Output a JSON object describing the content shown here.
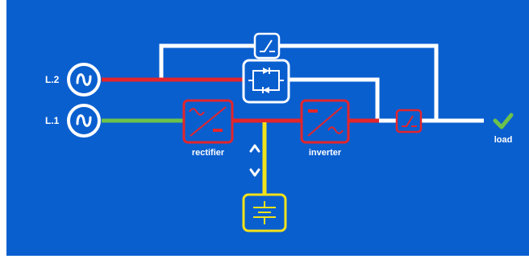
{
  "sources": {
    "l2_label": "L.2",
    "l1_label": "L.1"
  },
  "components": {
    "rectifier_label": "rectifier",
    "inverter_label": "inverter",
    "load_label": "load"
  },
  "colors": {
    "background": "#0a5fcf",
    "bypass_line": "#ffffff",
    "l2_line": "#e3252b",
    "l1_line": "#6cc24a",
    "dc_line": "#e3252b",
    "battery_line": "#f2e21a",
    "load_check": "#6cc24a",
    "active_box": "#e3252b",
    "standby_box": "#ffffff",
    "battery_box": "#f2e21a"
  },
  "icons": {
    "l2_source": "ac-sine-icon",
    "l1_source": "ac-sine-icon",
    "static_switch": "static-switch-thyristor-icon",
    "maintenance_bypass": "bypass-switch-icon",
    "output_switch": "output-switch-icon",
    "rectifier": "ac-dc-converter-icon",
    "inverter": "dc-ac-converter-icon",
    "battery": "battery-icon",
    "load_status": "checkmark-icon",
    "charge_arrow": "arrow-up-icon",
    "discharge_arrow": "arrow-down-icon"
  }
}
